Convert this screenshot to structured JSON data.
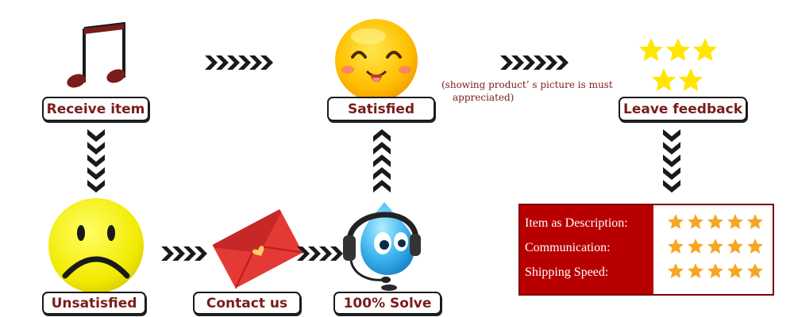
{
  "steps": {
    "receive": "Receive item",
    "satisfied": "Satisfied",
    "feedback": "Leave feedback",
    "unsatisfied": "Unsatisfied",
    "contact": "Contact us",
    "solve": "100% Solve"
  },
  "note": {
    "line1": "(showing product’ s picture is must",
    "line2": "appreciated)"
  },
  "feedback_table": {
    "rows": [
      "Item as Description:",
      "Communication:",
      "Shipping Speed:"
    ],
    "stars_per_row": 5,
    "rating": 5
  },
  "colors": {
    "label_text": "#7a1c1c",
    "table_bg": "#b80000",
    "star_gold": "#f5a623",
    "star_yellow": "#ffe600",
    "arrow": "#1a1a1a"
  }
}
